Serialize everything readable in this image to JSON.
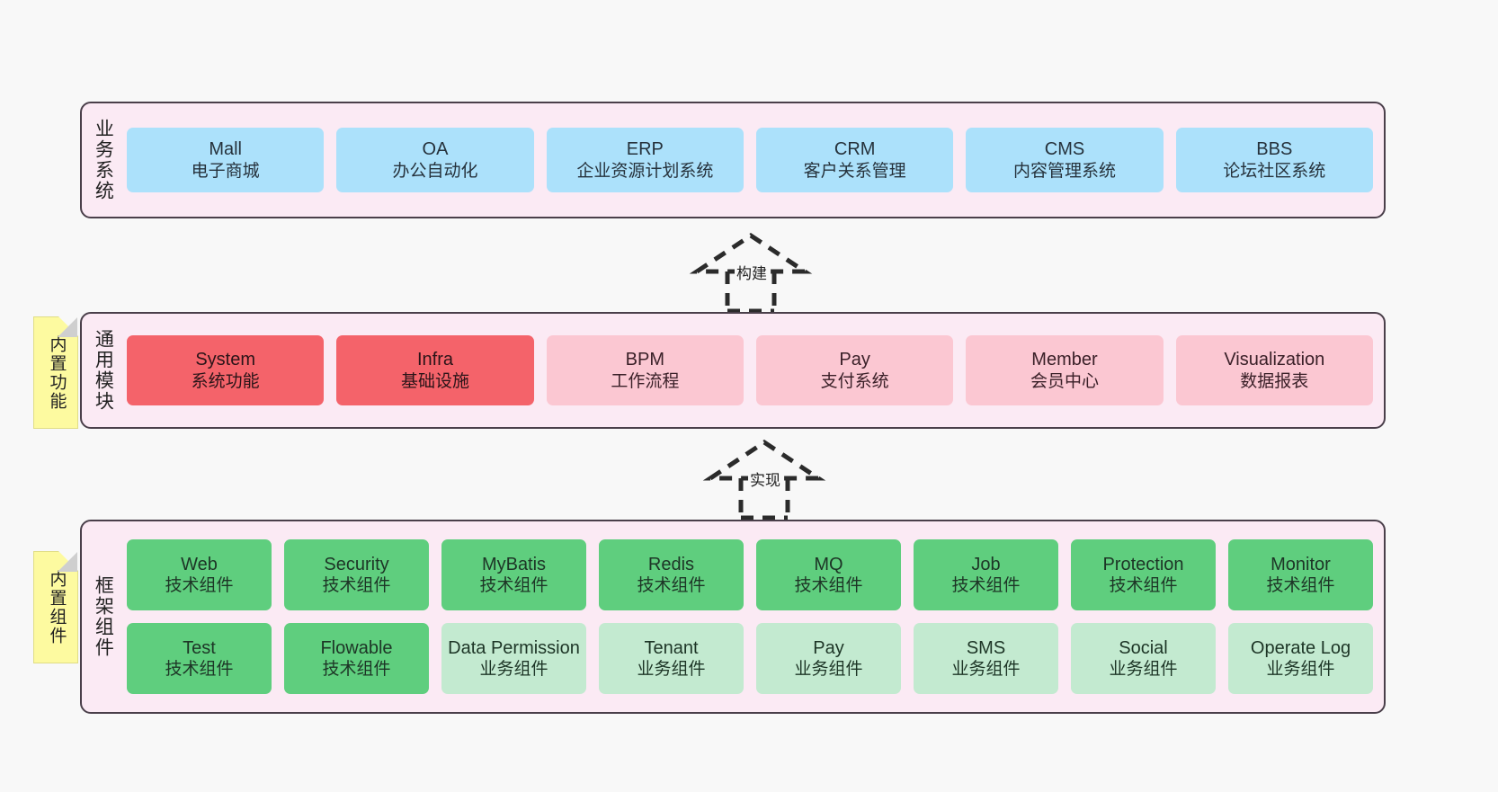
{
  "diagram": {
    "title": "ruoyi-vue-pro architecture layers",
    "background": "#f8f8f8"
  },
  "notes": [
    {
      "id": "builtin-function",
      "text": "内置功能"
    },
    {
      "id": "builtin-component",
      "text": "内置组件"
    }
  ],
  "connectors": [
    {
      "id": "build",
      "label": "构建"
    },
    {
      "id": "implement",
      "label": "实现"
    }
  ],
  "layers": {
    "business": {
      "title": "业务系统",
      "cards": [
        {
          "name": "Mall",
          "desc": "电子商城",
          "color": "#ace1fb"
        },
        {
          "name": "OA",
          "desc": "办公自动化",
          "color": "#ace1fb"
        },
        {
          "name": "ERP",
          "desc": "企业资源计划系统",
          "color": "#ace1fb"
        },
        {
          "name": "CRM",
          "desc": "客户关系管理",
          "color": "#ace1fb"
        },
        {
          "name": "CMS",
          "desc": "内容管理系统",
          "color": "#ace1fb"
        },
        {
          "name": "BBS",
          "desc": "论坛社区系统",
          "color": "#ace1fb"
        }
      ]
    },
    "common": {
      "title": "通用模块",
      "cards": [
        {
          "name": "System",
          "desc": "系统功能",
          "color": "#f4636a"
        },
        {
          "name": "Infra",
          "desc": "基础设施",
          "color": "#f4636a"
        },
        {
          "name": "BPM",
          "desc": "工作流程",
          "color": "#fbc7d2"
        },
        {
          "name": "Pay",
          "desc": "支付系统",
          "color": "#fbc7d2"
        },
        {
          "name": "Member",
          "desc": "会员中心",
          "color": "#fbc7d2"
        },
        {
          "name": "Visualization",
          "desc": "数据报表",
          "color": "#fbc7d2"
        }
      ]
    },
    "framework": {
      "title": "框架组件",
      "row1": [
        {
          "name": "Web",
          "desc": "技术组件",
          "color": "#5fce7e"
        },
        {
          "name": "Security",
          "desc": "技术组件",
          "color": "#5fce7e"
        },
        {
          "name": "MyBatis",
          "desc": "技术组件",
          "color": "#5fce7e"
        },
        {
          "name": "Redis",
          "desc": "技术组件",
          "color": "#5fce7e"
        },
        {
          "name": "MQ",
          "desc": "技术组件",
          "color": "#5fce7e"
        },
        {
          "name": "Job",
          "desc": "技术组件",
          "color": "#5fce7e"
        },
        {
          "name": "Protection",
          "desc": "技术组件",
          "color": "#5fce7e"
        },
        {
          "name": "Monitor",
          "desc": "技术组件",
          "color": "#5fce7e"
        }
      ],
      "row2": [
        {
          "name": "Test",
          "desc": "技术组件",
          "color": "#5fce7e"
        },
        {
          "name": "Flowable",
          "desc": "技术组件",
          "color": "#5fce7e"
        },
        {
          "name": "Data Permission",
          "desc": "业务组件",
          "color": "#c3ead0"
        },
        {
          "name": "Tenant",
          "desc": "业务组件",
          "color": "#c3ead0"
        },
        {
          "name": "Pay",
          "desc": "业务组件",
          "color": "#c3ead0"
        },
        {
          "name": "SMS",
          "desc": "业务组件",
          "color": "#c3ead0"
        },
        {
          "name": "Social",
          "desc": "业务组件",
          "color": "#c3ead0"
        },
        {
          "name": "Operate Log",
          "desc": "业务组件",
          "color": "#c3ead0"
        }
      ]
    }
  }
}
